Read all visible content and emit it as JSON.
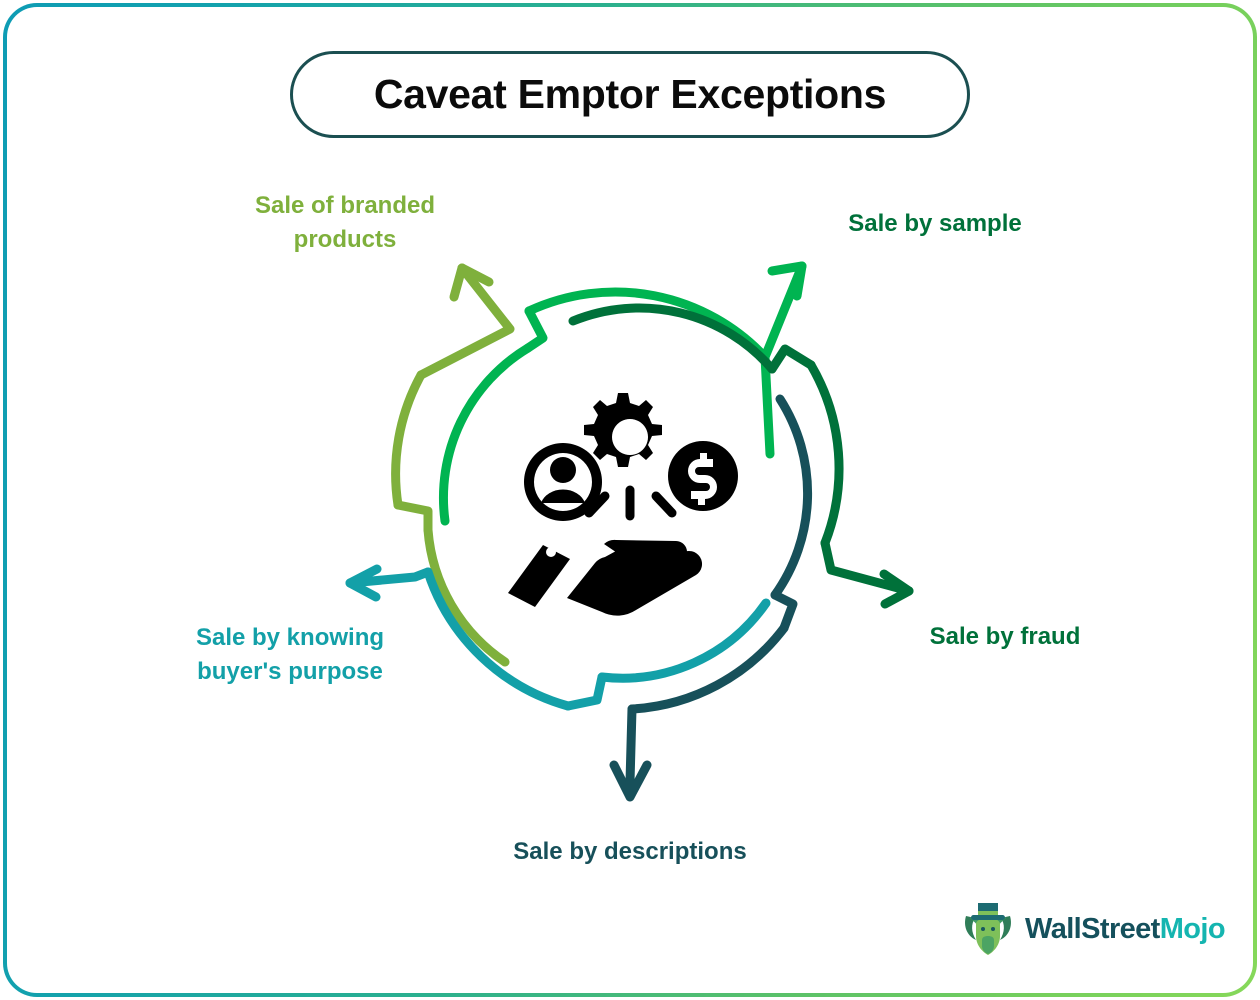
{
  "page": {
    "title": "Caveat Emptor Exceptions",
    "background_color": "#ffffff",
    "frame_gradient_from": "#0e9cb4",
    "frame_gradient_to": "#86d85a"
  },
  "title_pill": {
    "text": "Caveat Emptor Exceptions",
    "border_color": "#1b4f51",
    "text_color": "#0b0b0b"
  },
  "diagram": {
    "center_icon": {
      "name": "hand-offering-gear-person-money-icon",
      "color": "#000000",
      "parts": [
        "open-hand-icon",
        "gear-icon",
        "person-avatar-icon",
        "dollar-coin-icon",
        "rays-icon"
      ]
    },
    "segments": [
      {
        "id": "branded",
        "label": "Sale of branded\nproducts",
        "color": "#7fb03c",
        "arrow_direction": "up-left"
      },
      {
        "id": "sample",
        "label": "Sale by sample",
        "color": "#00b451",
        "arrow_direction": "up-right"
      },
      {
        "id": "fraud",
        "label": "Sale by fraud",
        "color": "#00713a",
        "arrow_direction": "right"
      },
      {
        "id": "descriptions",
        "label": "Sale by descriptions",
        "color": "#17505a",
        "arrow_direction": "down"
      },
      {
        "id": "knowing",
        "label": "Sale by knowing\nbuyer's purpose",
        "color": "#13a0a8",
        "arrow_direction": "left"
      }
    ]
  },
  "logo": {
    "name": "wallstreetmojo-logo",
    "part_a": "WallStreet",
    "part_b": "Mojo",
    "part_a_color": "#15505c",
    "part_b_color": "#15b5b0",
    "bull_icon": "bull-with-tophat-icon"
  }
}
